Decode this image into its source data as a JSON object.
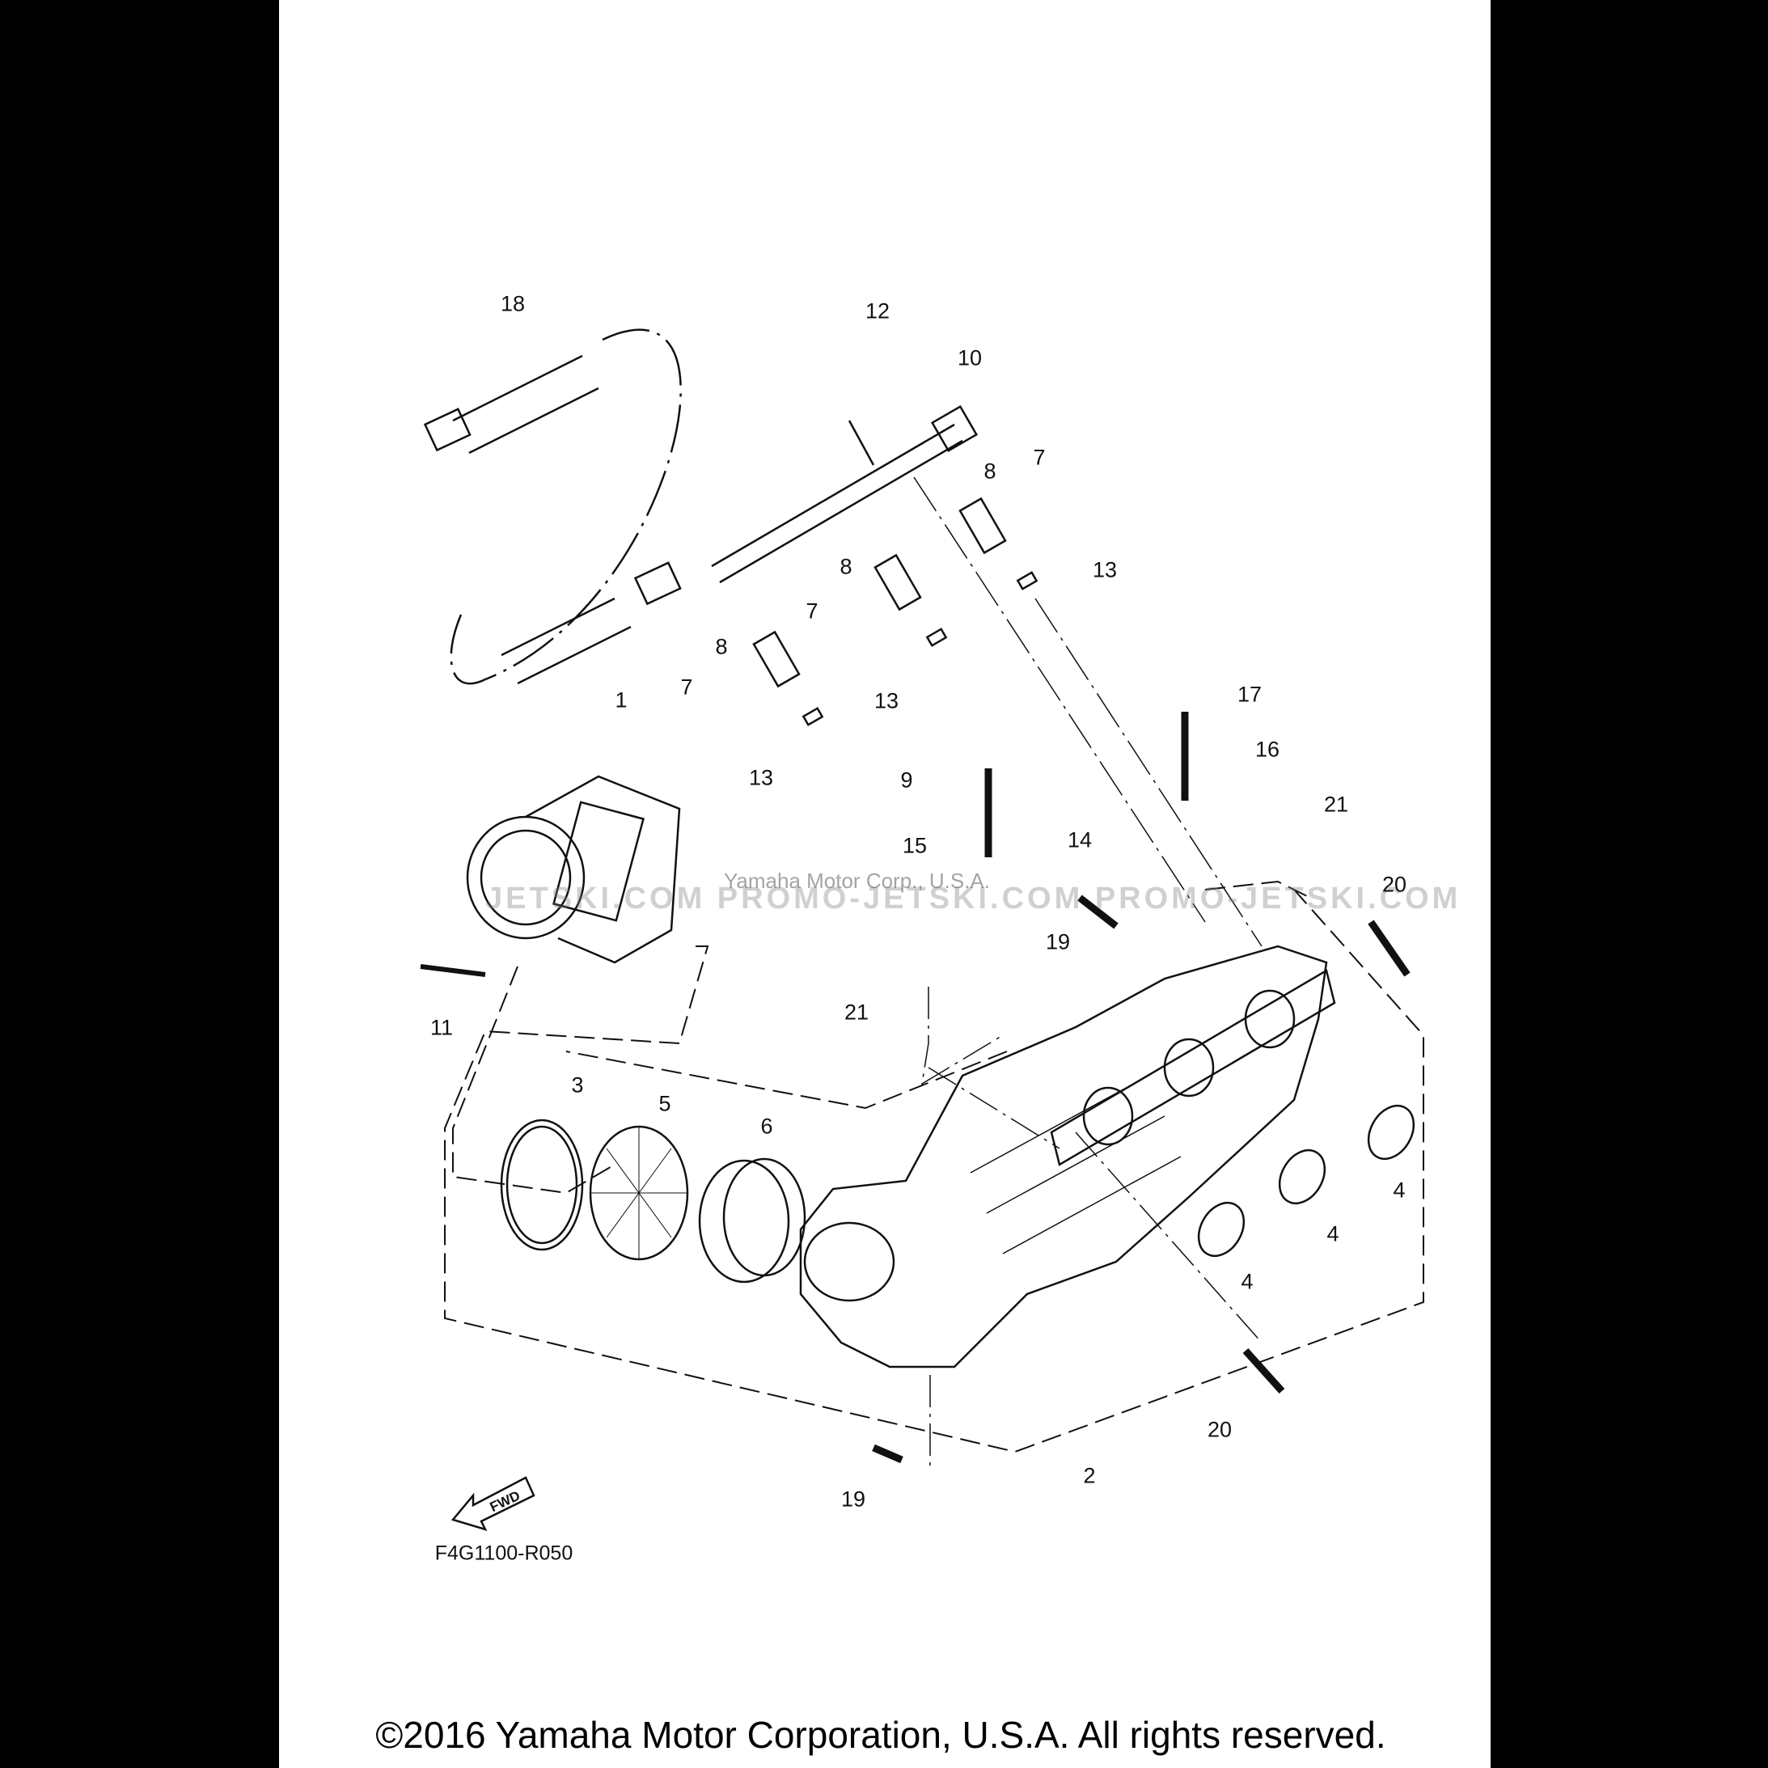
{
  "diagram": {
    "part_labels": [
      "18",
      "12",
      "10",
      "8",
      "7",
      "13",
      "8",
      "7",
      "13",
      "8",
      "7",
      "13",
      "1",
      "9",
      "17",
      "16",
      "21",
      "14",
      "15",
      "20",
      "19",
      "11",
      "21",
      "3",
      "5",
      "6",
      "4",
      "4",
      "4",
      "20",
      "2",
      "19"
    ],
    "drawing_code": "F4G1100-R050",
    "fwd_label": "FWD"
  },
  "watermark": {
    "site": "JETSKI.COM  PROMO-JETSKI.COM  PROMO-JETSKI.COM",
    "owner": "Yamaha Motor Corp., U.S.A."
  },
  "footer": {
    "copyright": "©2016 Yamaha Motor Corporation, U.S.A. All rights reserved."
  }
}
